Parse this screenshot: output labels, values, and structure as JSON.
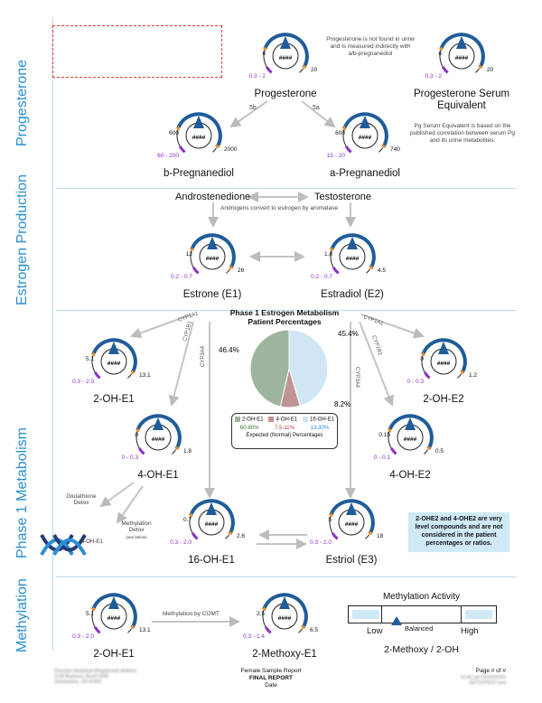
{
  "sections": {
    "progesterone": "Progesterone",
    "estrogen_production": "Estrogen Production",
    "phase1": "Phase 1 Metabolism",
    "methylation": "Methylation"
  },
  "gauge_value": "####",
  "gauges": [
    {
      "id": "progesterone",
      "title": "Progesterone",
      "low": "6",
      "high": "20",
      "range": "0.3 - 2"
    },
    {
      "id": "pg-serum",
      "title": "Progesterone Serum Equivalent",
      "low": "6",
      "high": "20",
      "range": "0.3 - 2"
    },
    {
      "id": "b-preg",
      "title": "b-Pregnanediol",
      "low": "600",
      "high": "2000",
      "range": "60 - 200"
    },
    {
      "id": "a-preg",
      "title": "a-Pregnanediol",
      "low": "600",
      "high": "740",
      "range": "15 - 20"
    },
    {
      "id": "e1",
      "title": "Estrone (E1)",
      "low": "12",
      "high": "26",
      "range": "0.2 - 0.7"
    },
    {
      "id": "e2",
      "title": "Estradiol (E2)",
      "low": "1.8",
      "high": "4.5",
      "range": "0.2 - 0.7"
    },
    {
      "id": "2oh-e1",
      "title": "2-OH-E1",
      "low": "5.1",
      "high": "13.1",
      "range": "0.3 - 2.0"
    },
    {
      "id": "2oh-e2",
      "title": "2-OH-E2",
      "low": "0",
      "high": "1.2",
      "range": "0 - 0.3"
    },
    {
      "id": "4oh-e1",
      "title": "4-OH-E1",
      "low": "0",
      "high": "1.8",
      "range": "0 - 0.3"
    },
    {
      "id": "4oh-e2",
      "title": "4-OH-E2",
      "low": "0.15",
      "high": "0.5",
      "range": "0 - 0.1"
    },
    {
      "id": "16oh-e1",
      "title": "16-OH-E1",
      "low": "0.7",
      "high": "2.6",
      "range": "0.3 - 2.0"
    },
    {
      "id": "e3",
      "title": "Estriol (E3)",
      "low": "5",
      "high": "18",
      "range": "0.3 - 2.0"
    },
    {
      "id": "meth-2oh-e1",
      "title": "2-OH-E1",
      "low": "5.1",
      "high": "13.1",
      "range": "0.3 - 2.0"
    },
    {
      "id": "2-methoxy",
      "title": "2-Methoxy-E1",
      "low": "2.5",
      "high": "6.5",
      "range": "0.3 - 1.4"
    }
  ],
  "notes": {
    "pg_not_found": "Progesterone is not found in urine and is measured indirectly with a/b-pregnanediol",
    "pg_serum": "Pg Serum Equivalent is based on the published correlation between serum Pg and its urine metabolites.",
    "step_5b": "5b",
    "step_5a": "5a",
    "androstenedione": "Androstenedione",
    "testosterone": "Testosterone",
    "aromatase": "Androgens convert to estrogen by aromatase",
    "cyp1a1": "CYP1A1",
    "cyp1b1": "CYP1B1",
    "cyp3a4": "CYP3A4",
    "glutathione": "Glutathione Detox",
    "meth_detox": "Methylation Detox",
    "see_below": "(see below)",
    "dna_label": "4-OH-E1",
    "bluebox": "2-OHE2 and 4-OHE2 are very level compounds and are not considered in the patient percentages or ratios.",
    "meth_by_comt": "Methylation by COMT"
  },
  "pie": {
    "title": "Phase 1 Estrogen Metabolism Patient Percentages",
    "legend_title": "Expected (Normal) Percentages",
    "colors": {
      "green": "#9cb59c",
      "red": "#c09494",
      "blue": "#cfe7f5"
    }
  },
  "chart_data": {
    "type": "pie",
    "title": "Phase 1 Estrogen Metabolism Patient Percentages",
    "slices": [
      {
        "label": "2-OH-E1",
        "value": 46.4,
        "display": "46.4%",
        "normal": "60-80%",
        "color": "#9cb59c"
      },
      {
        "label": "4-OH-E1",
        "value": 8.2,
        "display": "8.2%",
        "normal": "7.5-11%",
        "color": "#c09494"
      },
      {
        "label": "16-OH-E1",
        "value": 45.4,
        "display": "45.4%",
        "normal": "13-30%",
        "color": "#cfe7f5"
      }
    ]
  },
  "methylation_activity": {
    "title": "Methylation Activity",
    "low": "Low",
    "balanced": "Balanced",
    "high": "High",
    "ratio": "2-Methoxy / 2-OH"
  },
  "footer": {
    "center_line1": "Female Sample Report",
    "center_line2": "FINAL REPORT",
    "center_line3": "Date",
    "right_line1": "Page # of #"
  }
}
